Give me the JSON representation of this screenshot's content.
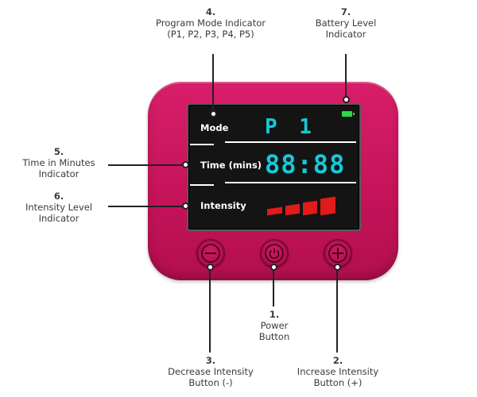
{
  "callouts": {
    "mode": {
      "number": "4.",
      "line1": "Program Mode Indicator",
      "line2": "(P1, P2, P3, P4, P5)"
    },
    "battery": {
      "number": "7.",
      "line1": "Battery Level",
      "line2": "Indicator"
    },
    "time": {
      "number": "5.",
      "line1": "Time in Minutes",
      "line2": "Indicator"
    },
    "intensity": {
      "number": "6.",
      "line1": "Intensity Level",
      "line2": "Indicator"
    },
    "power": {
      "number": "1.",
      "line1": "Power",
      "line2": "Button"
    },
    "decrease": {
      "number": "3.",
      "line1": "Decrease Intensity",
      "line2": "Button (-)"
    },
    "increase": {
      "number": "2.",
      "line1": "Increase Intensity",
      "line2": "Button (+)"
    }
  },
  "screen": {
    "mode_label": "Mode",
    "mode_value": "P 1",
    "time_label": "Time (mins)",
    "time_value": "88:88",
    "intensity_label": "Intensity",
    "intensity_bars": 4
  },
  "colors": {
    "device": "#c8155c",
    "display_digits": "#17c8d8",
    "battery": "#2fd84a",
    "intensity_bars": "#e11a1a"
  },
  "icons": {
    "decrease": "minus-icon",
    "power": "power-icon",
    "increase": "plus-icon"
  }
}
